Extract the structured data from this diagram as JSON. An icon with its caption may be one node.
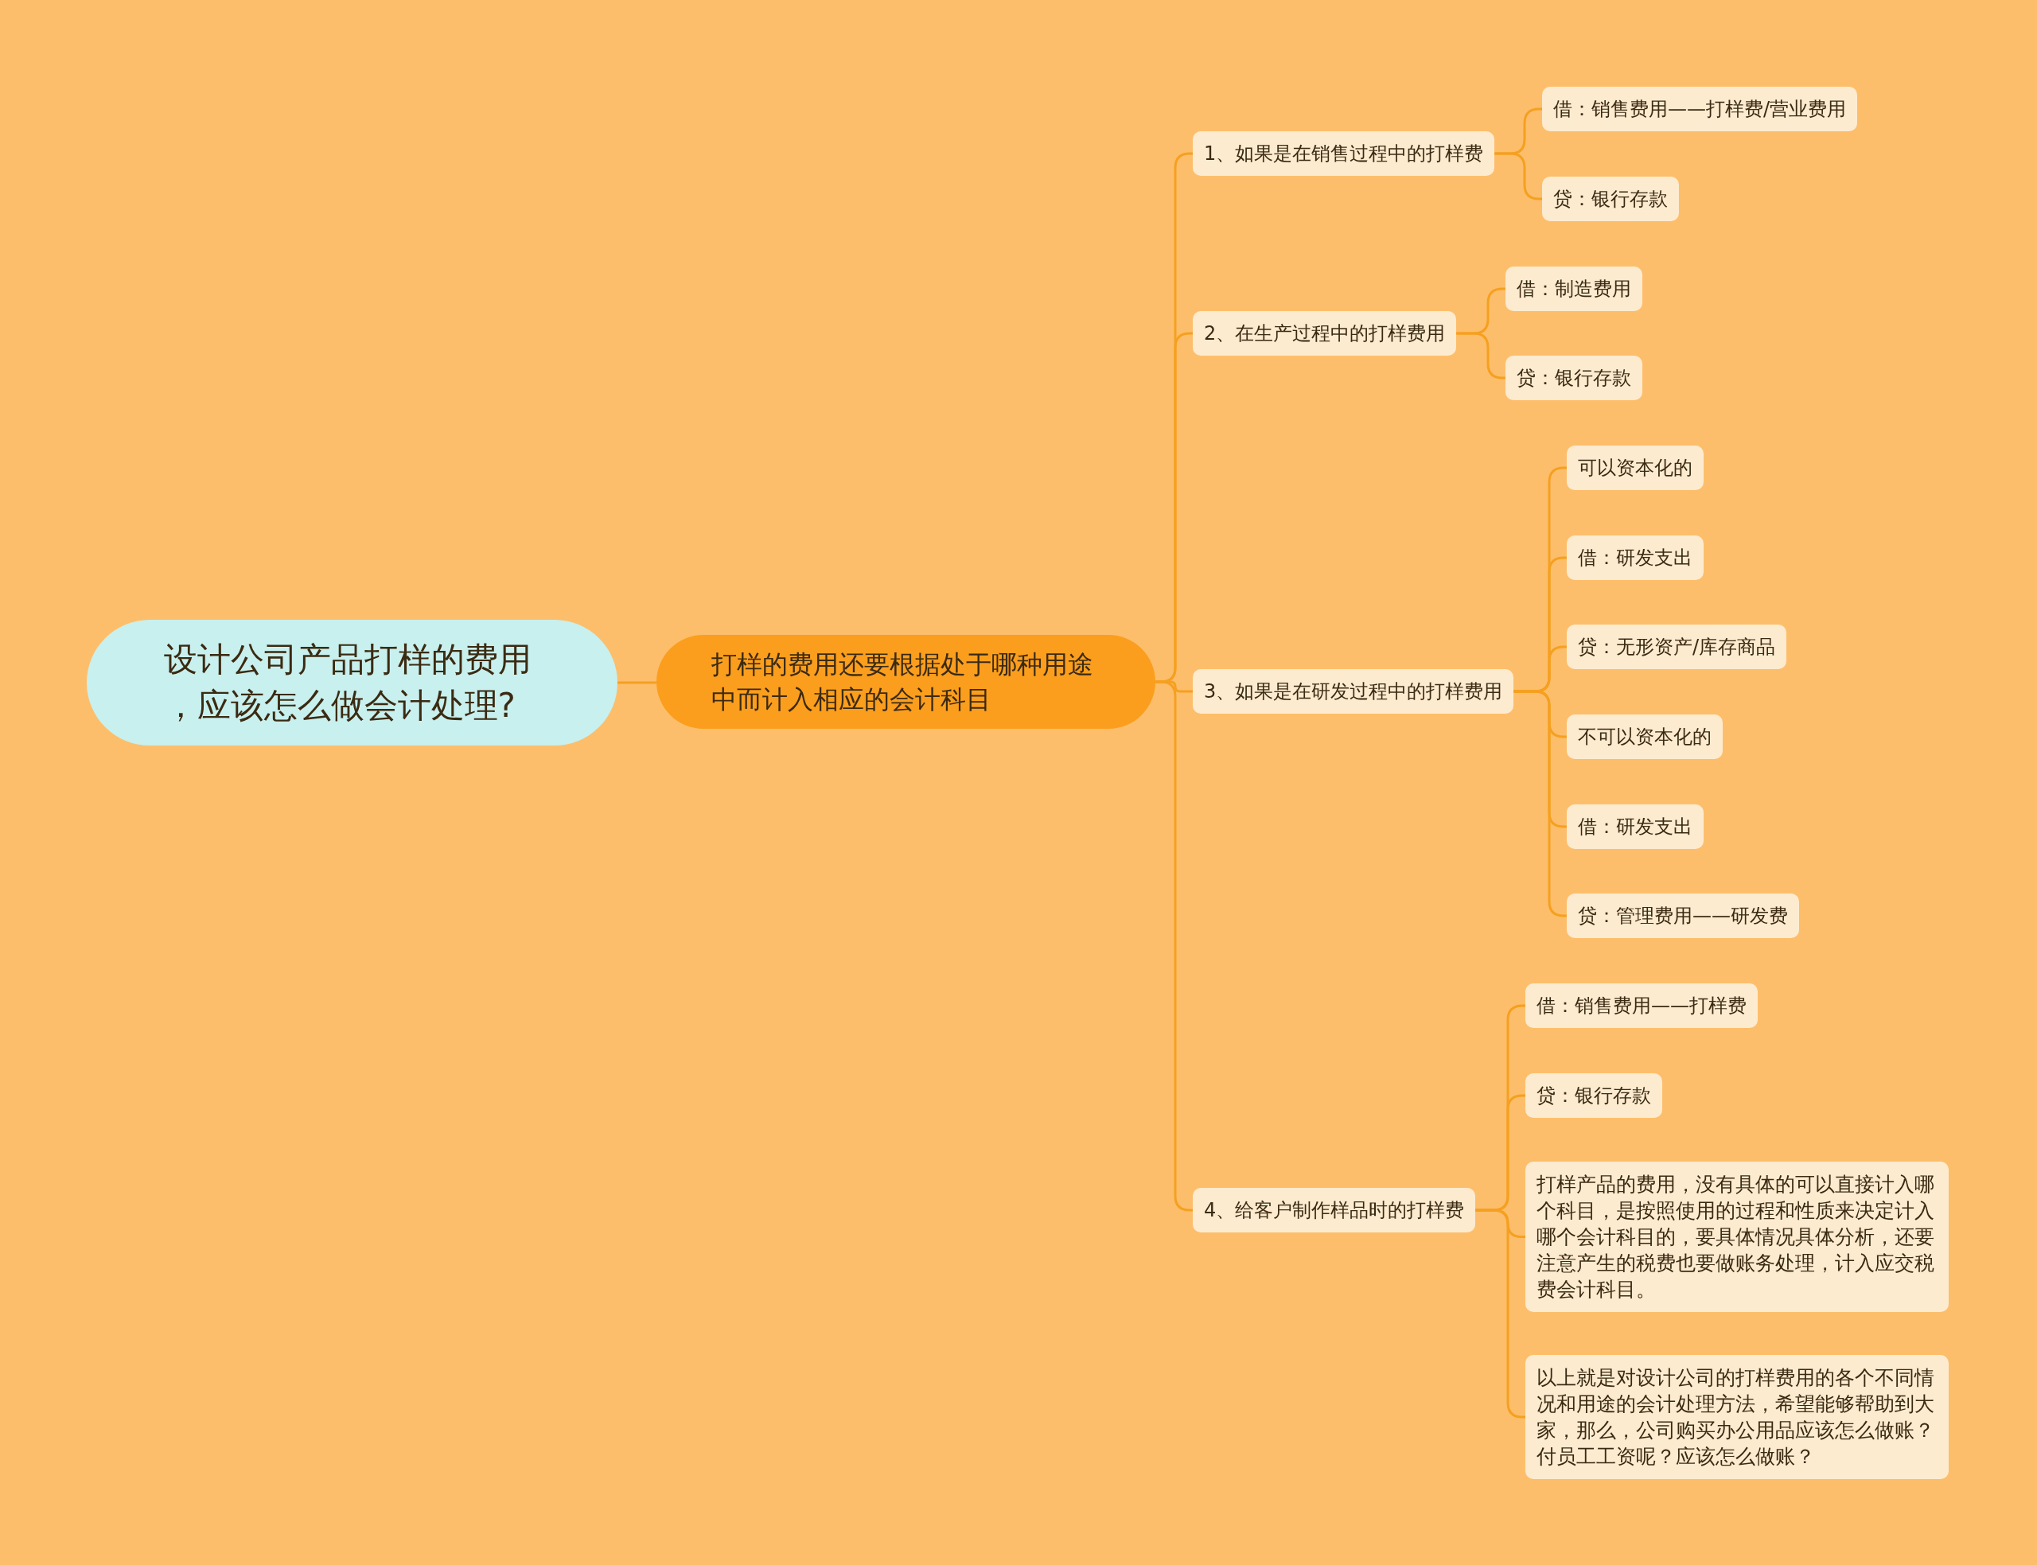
{
  "diagram": {
    "nodes": [
      {
        "text": [
          "设计公司产品打样的费用，应该怎么做会计处理?"
        ]
      },
      {
        "text": [
          "打样的费用还要根据处于哪种用途中而计入相应的会计科目"
        ]
      },
      {
        "text": [
          "1、如果是在销售过程中的打样费"
        ]
      },
      {
        "text": [
          "借：销售费用——打样费/营业费用"
        ]
      },
      {
        "text": [
          "贷：银行存款"
        ]
      },
      {
        "text": [
          "2、在生产过程中的打样费用"
        ]
      },
      {
        "text": [
          "借：制造费用"
        ]
      },
      {
        "text": [
          "贷：银行存款"
        ]
      },
      {
        "text": [
          "3、如果是在研发过程中的打样费用"
        ]
      },
      {
        "text": [
          "可以资本化的"
        ]
      },
      {
        "text": [
          "借：研发支出"
        ]
      },
      {
        "text": [
          "贷：无形资产/库存商品"
        ]
      },
      {
        "text": [
          "不可以资本化的"
        ]
      },
      {
        "text": [
          "借：研发支出"
        ]
      },
      {
        "text": [
          "贷：管理费用——研发费"
        ]
      },
      {
        "text": [
          "4、给客户制作样品时的打样费"
        ]
      },
      {
        "text": [
          "借：销售费用——打样费"
        ]
      },
      {
        "text": [
          "贷：银行存款"
        ]
      },
      {
        "text": [
          "打样产品的费用，没有具体的可以直接计入哪个科目，是按照使用的过程和性质来决定计入哪个会计科目的，要具体情况具体分析，还要注意产生的税费也要做账务处理，计入应交税费会计科目。"
        ]
      },
      {
        "text": [
          "以上就是对设计公司的打样费用的各个不同情况和用途的会计处理方法，希望能够帮助到大家，那么，公司购买办公用品应该怎么做账？付员工工资呢？应该怎么做账？"
        ]
      }
    ],
    "edges": [
      {
        "from": 0,
        "to": 1,
        "arrow": "none"
      },
      {
        "from": 1,
        "to": 2,
        "arrow": "none"
      },
      {
        "from": 1,
        "to": 5,
        "arrow": "none"
      },
      {
        "from": 1,
        "to": 8,
        "arrow": "none"
      },
      {
        "from": 1,
        "to": 15,
        "arrow": "none"
      },
      {
        "from": 2,
        "to": 3,
        "arrow": "none"
      },
      {
        "from": 2,
        "to": 4,
        "arrow": "none"
      },
      {
        "from": 5,
        "to": 6,
        "arrow": "none"
      },
      {
        "from": 5,
        "to": 7,
        "arrow": "none"
      },
      {
        "from": 8,
        "to": 9,
        "arrow": "none"
      },
      {
        "from": 8,
        "to": 10,
        "arrow": "none"
      },
      {
        "from": 8,
        "to": 11,
        "arrow": "none"
      },
      {
        "from": 8,
        "to": 12,
        "arrow": "none"
      },
      {
        "from": 8,
        "to": 13,
        "arrow": "none"
      },
      {
        "from": 8,
        "to": 14,
        "arrow": "none"
      },
      {
        "from": 15,
        "to": 16,
        "arrow": "none"
      },
      {
        "from": 15,
        "to": 17,
        "arrow": "none"
      },
      {
        "from": 15,
        "to": 18,
        "arrow": "none"
      },
      {
        "from": 15,
        "to": 19,
        "arrow": "none"
      }
    ]
  }
}
